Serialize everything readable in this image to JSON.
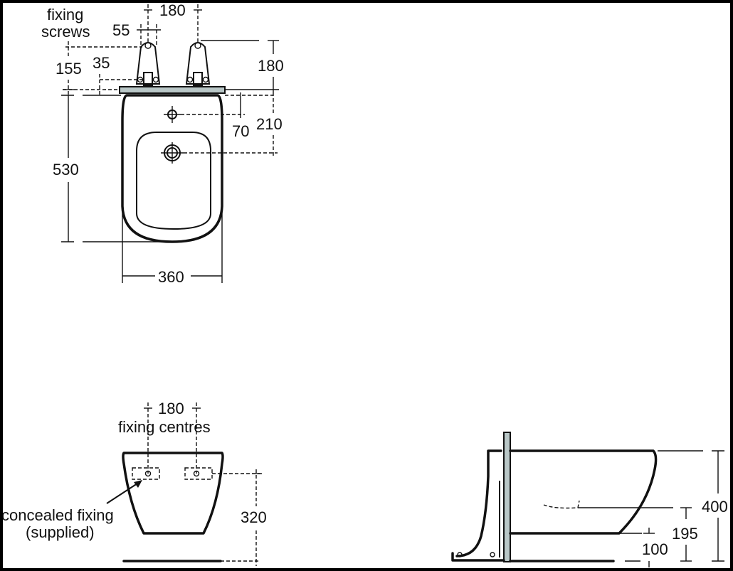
{
  "drawing": {
    "subject": "wall-hung bidet technical drawing",
    "colors": {
      "line": "#111111",
      "background": "#ffffff",
      "frame": "#000000",
      "wall_plate": "#b9c7c7"
    }
  },
  "plan_view": {
    "fixing_screws_label_line1": "fixing",
    "fixing_screws_label_line2": "screws",
    "dim_bracket_spacing": "180",
    "dim_screw_offset": "55",
    "dim_bracket_height": "180",
    "dim_155": "155",
    "dim_35": "35",
    "dim_tap_hole": "70",
    "dim_waste": "210",
    "dim_length": "530",
    "dim_width": "360"
  },
  "rear_view": {
    "dim_fixing_centres_value": "180",
    "dim_fixing_centres_label": "fixing centres",
    "concealed_fixing_line1": "concealed fixing",
    "concealed_fixing_line2": "(supplied)",
    "dim_fixing_height": "320"
  },
  "side_view": {
    "dim_total_height": "400",
    "dim_waste_height": "195",
    "dim_base_height": "100"
  }
}
